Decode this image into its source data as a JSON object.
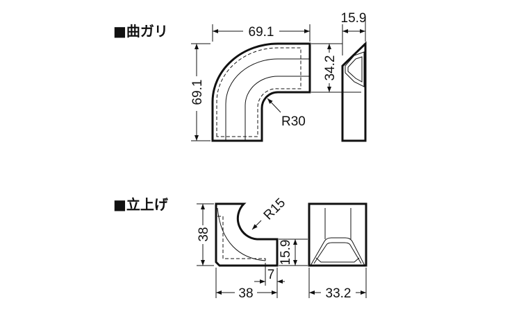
{
  "sections": {
    "bend": {
      "title": "■曲ガリ",
      "width_dim": "69.1",
      "height_dim": "69.1",
      "side_width_dim": "15.9",
      "opening_dim": "34.2",
      "radius_label": "R30"
    },
    "riser": {
      "title": "■立上げ",
      "height_dim": "38",
      "width_dim": "38",
      "offset_dim": "7",
      "step_dim": "15.9",
      "radius_label": "R15",
      "front_width_dim": "33.2"
    }
  }
}
